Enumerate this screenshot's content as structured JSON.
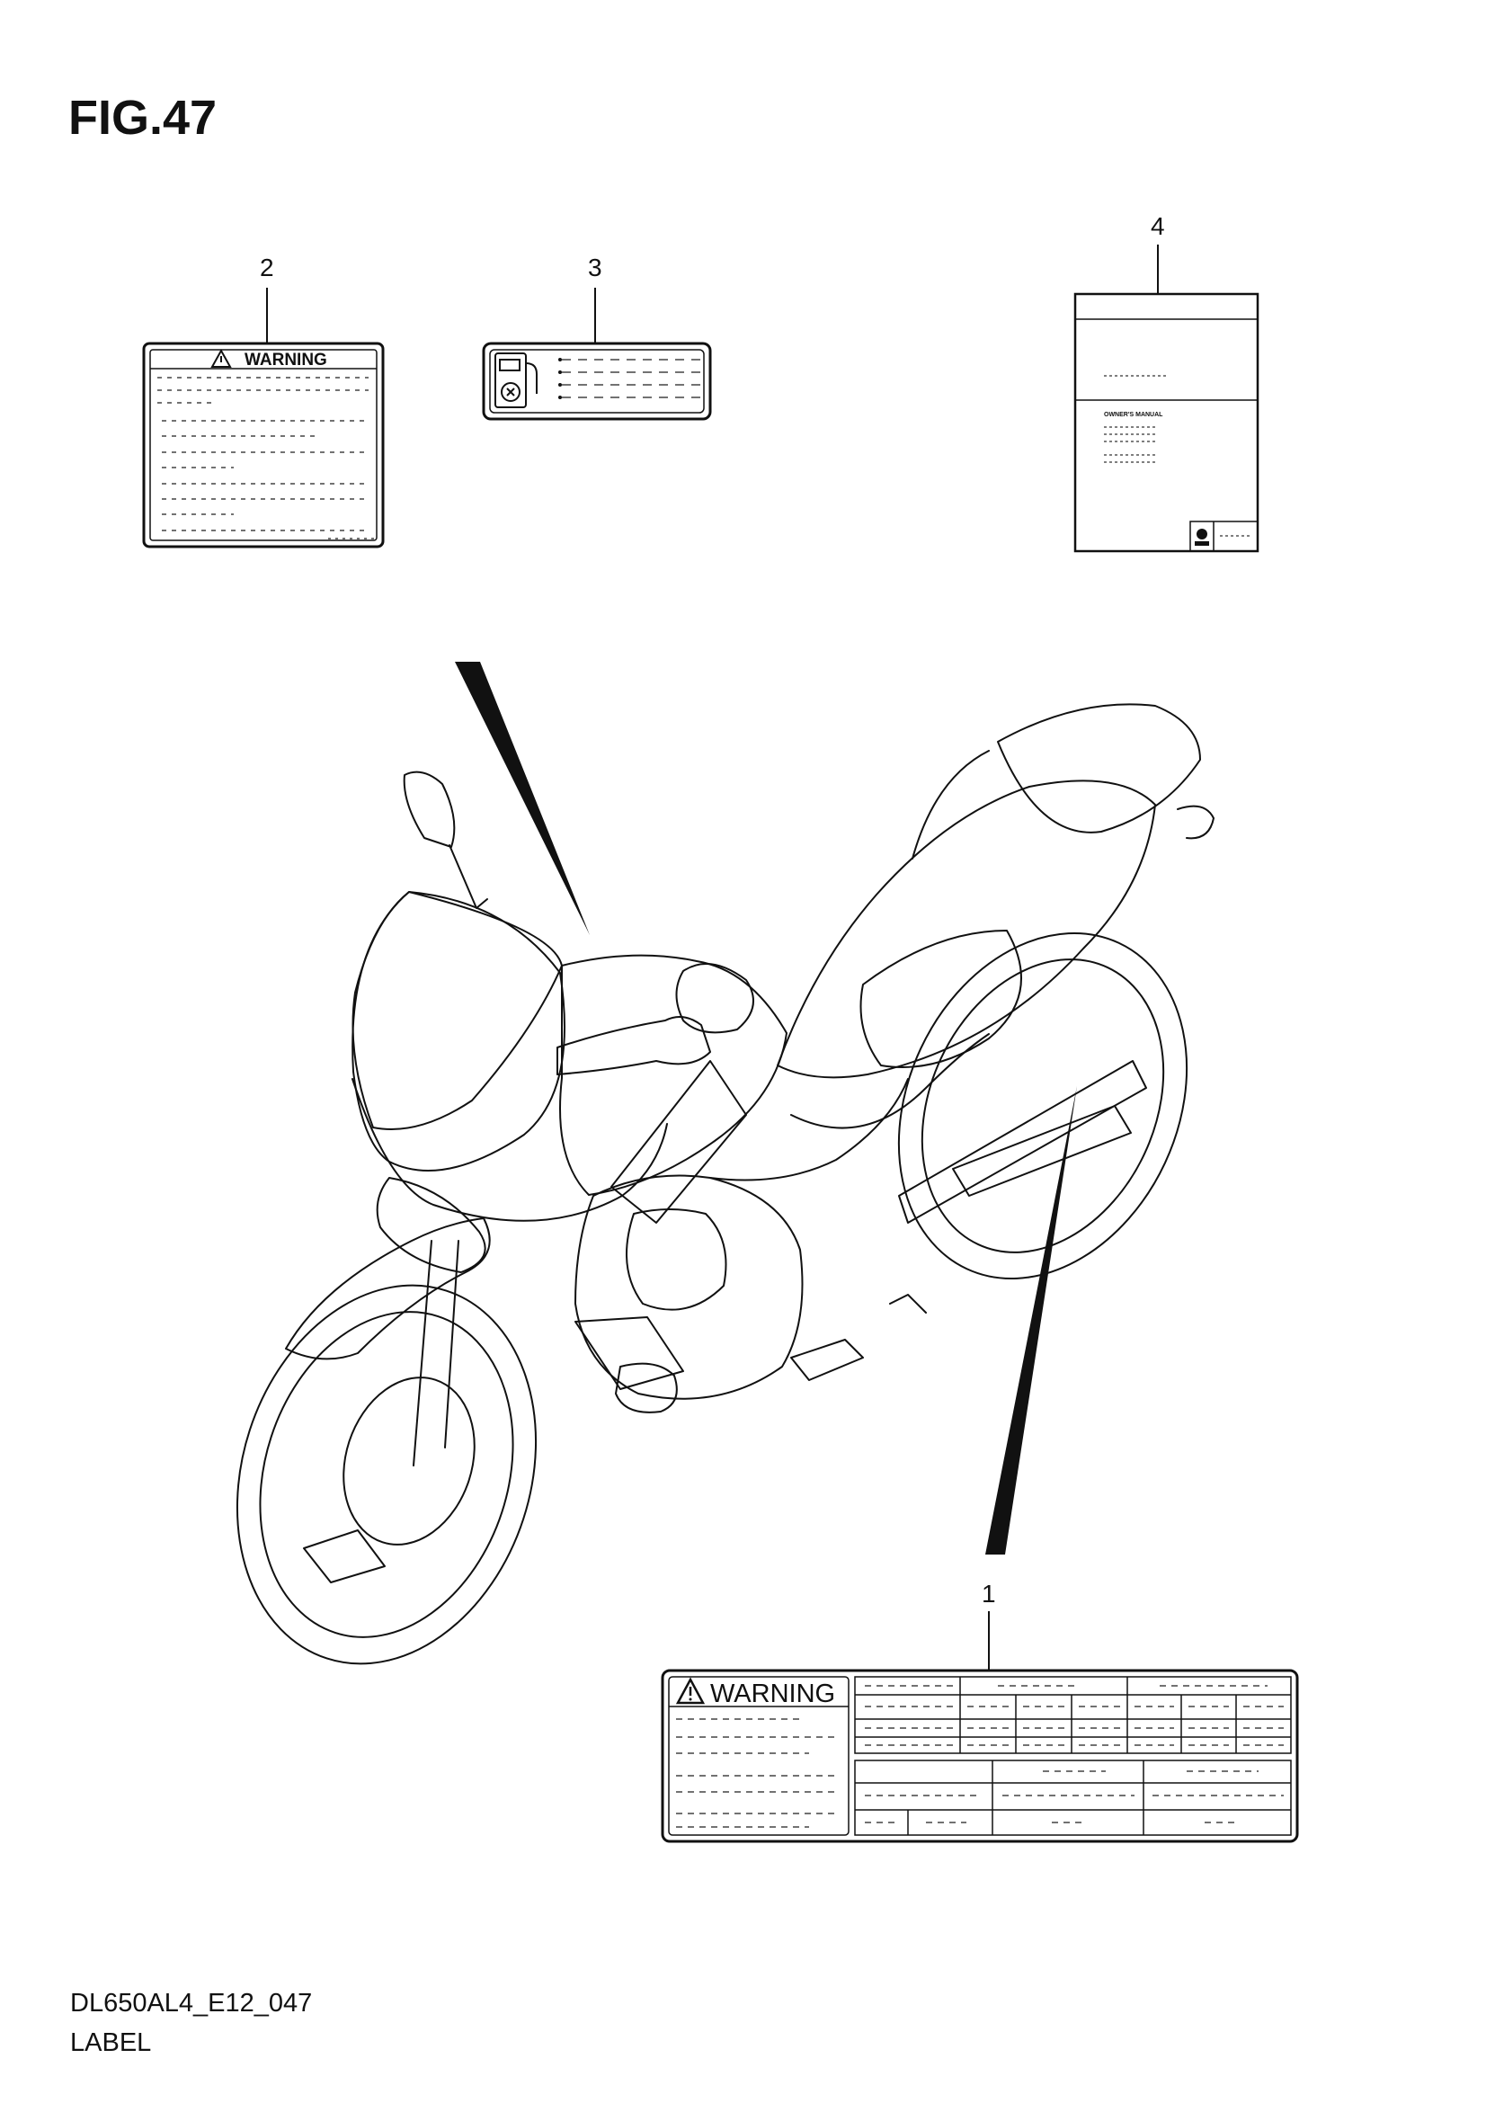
{
  "figure": {
    "title": "FIG.47",
    "drawing_code": "DL650AL4_E12_047",
    "section_name": "LABEL"
  },
  "callouts": [
    {
      "number": "1"
    },
    {
      "number": "2"
    },
    {
      "number": "3"
    },
    {
      "number": "4"
    }
  ],
  "labels": {
    "warning_label_small": {
      "heading": "WARNING"
    },
    "warning_label_large": {
      "heading": "WARNING"
    },
    "owners_manual": {
      "title": "OWNER'S MANUAL"
    }
  },
  "icons": {
    "fuel": "fuel-pump-icon",
    "warning": "warning-triangle-icon",
    "brand": "brand-logo-icon"
  }
}
